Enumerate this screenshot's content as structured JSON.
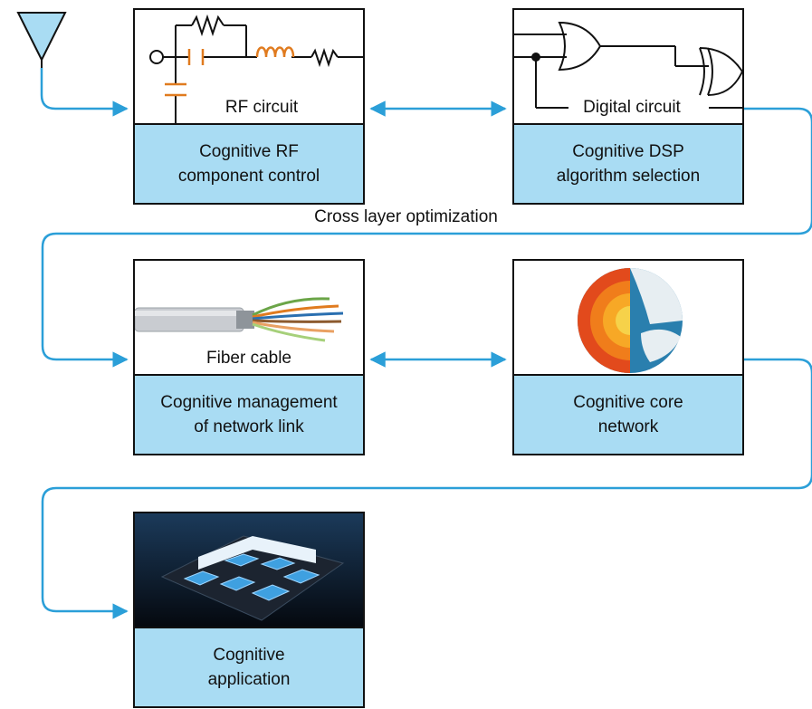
{
  "blocks": [
    {
      "id": "rf",
      "top_label": "RF circuit",
      "bottom_label": "Cognitive RF\ncomponent control"
    },
    {
      "id": "dsp",
      "top_label": "Digital circuit",
      "bottom_label": "Cognitive DSP\nalgorithm selection"
    },
    {
      "id": "link",
      "top_label": "Fiber cable",
      "bottom_label": "Cognitive management\nof network link"
    },
    {
      "id": "core",
      "top_label": "",
      "bottom_label": "Cognitive core\nnetwork"
    },
    {
      "id": "app",
      "top_label": "",
      "bottom_label": "Cognitive\napplication"
    }
  ],
  "middle_label": "Cross layer optimization",
  "colors": {
    "arrow": "#2b9fd8",
    "box_fill": "#a9dcf3",
    "rf_orange": "#e07b1f"
  }
}
